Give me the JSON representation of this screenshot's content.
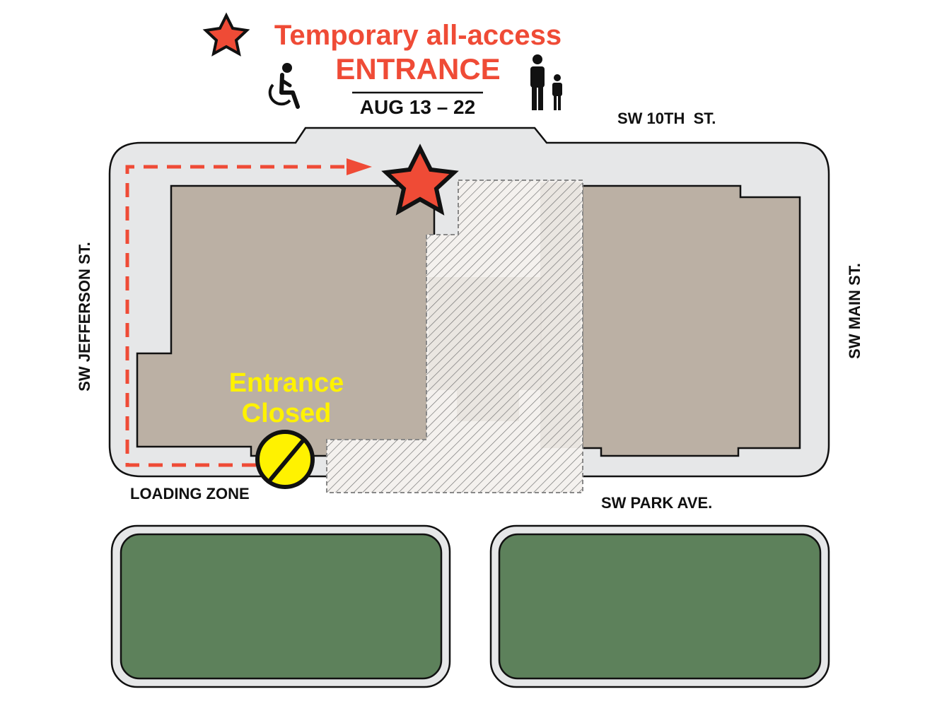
{
  "header": {
    "title_line1": "Temporary all-access",
    "title_line2": "ENTRANCE",
    "dates": "AUG 13 – 22"
  },
  "streets": {
    "north": "SW 10TH  ST.",
    "west": "SW JEFFERSON ST.",
    "east": "SW MAIN ST.",
    "south": "SW PARK AVE."
  },
  "labels": {
    "loading_zone": "LOADING ZONE",
    "closed_line1": "Entrance",
    "closed_line2": "Closed"
  },
  "icons": {
    "entrance_marker": "star-icon",
    "accessibility": "wheelchair-icon",
    "family": "family-icon",
    "closed_marker": "no-entry-icon"
  },
  "colors": {
    "accent": "#ef4b36",
    "closed": "#fff200",
    "building": "#bbb0a4",
    "sidewalk": "#e6e7e8",
    "park": "#5d815b",
    "outline": "#000000"
  }
}
